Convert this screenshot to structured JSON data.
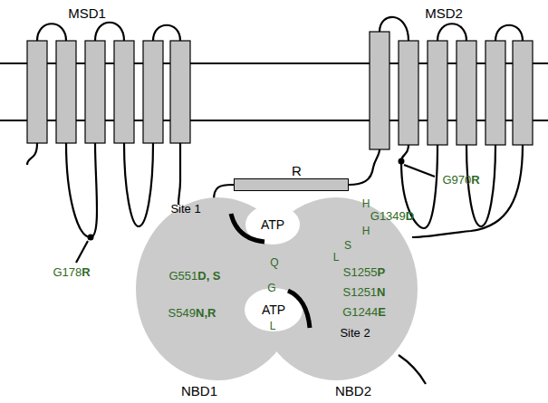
{
  "diagram": {
    "nodes": [
      {
        "text": [
          "R"
        ]
      },
      {
        "text": [
          "NBD1"
        ]
      },
      {
        "text": [
          "NBD2"
        ]
      }
    ],
    "edges": [
      {
        "from": 1,
        "to": 0,
        "arrow": "none"
      }
    ],
    "labels": [
      "MSD1",
      "MSD2",
      "G970R",
      "Site 1",
      "H",
      "ATP",
      "G1349D",
      "H",
      "S",
      "L",
      "Q",
      "G551D, S",
      "S1255P",
      "G",
      "S1251N",
      "ATP",
      "S549N,R",
      "L",
      "G1244E",
      "G178R",
      "Site 2"
    ]
  }
}
